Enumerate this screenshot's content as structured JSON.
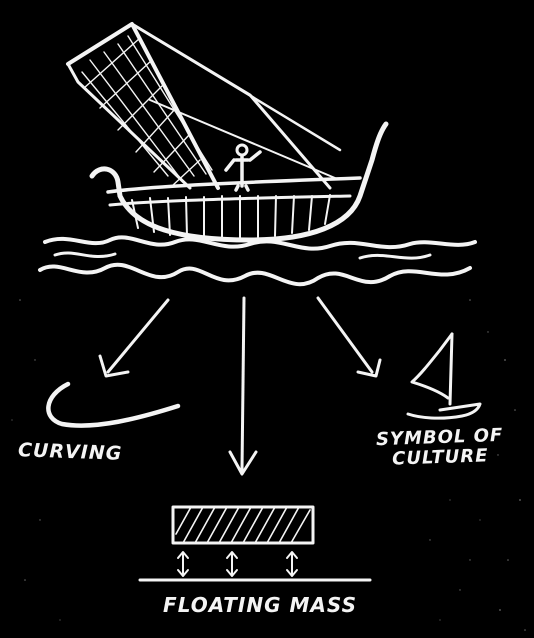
{
  "labels": {
    "curving": "CURVING",
    "symbol_line1": "SYMBOL of",
    "symbol_line2": "CULTURE",
    "floating_mass": "FLOATING MASS"
  },
  "colors": {
    "background": "#000000",
    "chalk": "#f4f4f4"
  }
}
